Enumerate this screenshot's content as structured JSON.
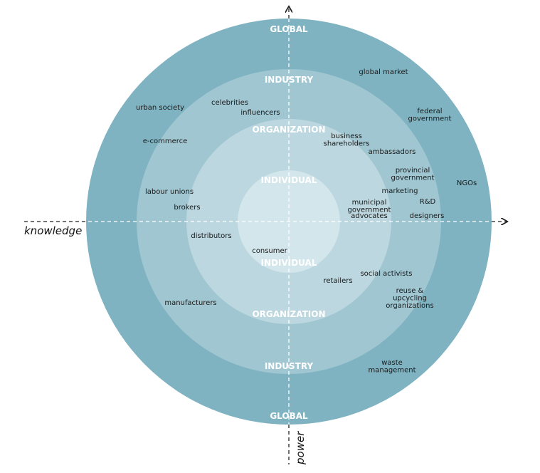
{
  "colors": {
    "global": "#7fb3c1",
    "industry": "#9fc6d1",
    "organization": "#bcd7df",
    "individual": "#d3e6eb",
    "axis": "#ffffff",
    "axis_outside": "#222222"
  },
  "axes": {
    "horizontal_label": "knowledge",
    "vertical_label": "power"
  },
  "rings": {
    "global_top": "GLOBAL",
    "global_bottom": "GLOBAL",
    "industry_top": "INDUSTRY",
    "industry_bottom": "INDUSTRY",
    "organization_top": "ORGANIZATION",
    "organization_bottom": "ORGANIZATION",
    "individual_top": "INDIVIDUAL",
    "individual_bottom": "INDIVIDUAL"
  },
  "stakeholders": [
    {
      "id": "global-market",
      "lines": [
        "global market"
      ]
    },
    {
      "id": "urban-society",
      "lines": [
        "urban society"
      ]
    },
    {
      "id": "celebrities",
      "lines": [
        "celebrities"
      ]
    },
    {
      "id": "influencers",
      "lines": [
        "influencers"
      ]
    },
    {
      "id": "federal-government",
      "lines": [
        "federal",
        "government"
      ]
    },
    {
      "id": "e-commerce",
      "lines": [
        "e-commerce"
      ]
    },
    {
      "id": "business-shareholders",
      "lines": [
        "business",
        "shareholders"
      ]
    },
    {
      "id": "ambassadors",
      "lines": [
        "ambassadors"
      ]
    },
    {
      "id": "provincial-government",
      "lines": [
        "provincial",
        "government"
      ]
    },
    {
      "id": "ngos",
      "lines": [
        "NGOs"
      ]
    },
    {
      "id": "labour-unions",
      "lines": [
        "labour unions"
      ]
    },
    {
      "id": "marketing",
      "lines": [
        "marketing"
      ]
    },
    {
      "id": "r-and-d",
      "lines": [
        "R&D"
      ]
    },
    {
      "id": "municipal-government",
      "lines": [
        "municipal",
        "government"
      ]
    },
    {
      "id": "advocates",
      "lines": [
        "advocates"
      ]
    },
    {
      "id": "designers",
      "lines": [
        "designers"
      ]
    },
    {
      "id": "brokers",
      "lines": [
        "brokers"
      ]
    },
    {
      "id": "distributors",
      "lines": [
        "distributors"
      ]
    },
    {
      "id": "consumer",
      "lines": [
        "consumer"
      ]
    },
    {
      "id": "social-activists",
      "lines": [
        "social activists"
      ]
    },
    {
      "id": "retailers",
      "lines": [
        "retailers"
      ]
    },
    {
      "id": "reuse-upcycling",
      "lines": [
        "reuse &",
        "upcycling",
        "organizations"
      ]
    },
    {
      "id": "manufacturers",
      "lines": [
        "manufacturers"
      ]
    },
    {
      "id": "waste-management",
      "lines": [
        "waste",
        "management"
      ]
    }
  ]
}
